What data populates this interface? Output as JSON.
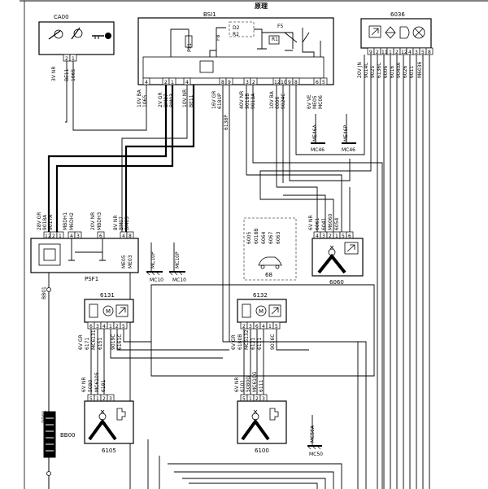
{
  "header": {
    "title": "原理"
  },
  "components": {
    "ca00": {
      "id": "CA00",
      "pins": [
        "2",
        "1"
      ],
      "wires": [
        "3V NR",
        "BE11",
        "1065"
      ]
    },
    "bsi1": {
      "id": "BSI1",
      "inner_labels": [
        "F11",
        "F8",
        "F5",
        "R1",
        "D2",
        "R2"
      ],
      "pins": [
        "4",
        "2",
        "1",
        "4",
        "8",
        "9",
        "3",
        "2",
        "12",
        "10",
        "9",
        "8",
        "6",
        "5"
      ]
    },
    "m6036": {
      "id": "6036",
      "pins": [
        "9",
        "2",
        "11",
        "1",
        "2",
        "12",
        "4",
        "3",
        "5",
        "8",
        "7",
        "6"
      ]
    },
    "psf1": {
      "id": "PSF1",
      "pins": [
        "12",
        "2",
        "1",
        "4",
        "3",
        "6",
        "4",
        "8"
      ]
    },
    "m6060": {
      "id": "6060",
      "pins": [
        "4",
        "3",
        "2",
        "1",
        "5",
        "6"
      ]
    },
    "m68": {
      "id": "68"
    },
    "m6131": {
      "id": "6131",
      "pins": [
        "6",
        "3",
        "4",
        "1",
        "2",
        "5"
      ]
    },
    "m6132": {
      "id": "6132",
      "pins": [
        "2",
        "3",
        "6",
        "4",
        "1",
        "5"
      ]
    },
    "m6105": {
      "id": "6105",
      "pins": [
        "5",
        "1",
        "2",
        "3"
      ]
    },
    "m6100": {
      "id": "6100",
      "pins": [
        "5",
        "1",
        "2",
        "3"
      ]
    },
    "bb00": {
      "id": "BB00",
      "link": "BB01"
    },
    "grounds": [
      "MC46",
      "MC46",
      "MC10",
      "MC10",
      "MC50"
    ]
  },
  "wire_labels": {
    "bsi_left": [
      "10V BA",
      "1065",
      "2V GR",
      "BM07",
      "BM03",
      "10V NR",
      "BE11"
    ],
    "bsi_mid": [
      "16V GR",
      "618UP",
      "6138P",
      "40V NR",
      "9018B",
      "9018A"
    ],
    "bsi_right": [
      "10V BA",
      "6006",
      "9024C",
      "6V VE",
      "ME05",
      "MC06",
      "ME46A",
      "ME46P"
    ],
    "m6036_wires": [
      "20V JN",
      "9014C",
      "9025",
      "6136C",
      "6006",
      "6016",
      "9040A",
      "6026",
      "6011",
      "M6036"
    ],
    "psf1_wires": [
      "28V GR",
      "9018A",
      "9017A",
      "MBDH1",
      "M6DH2",
      "20V NR",
      "MBDH3",
      "8V NR",
      "BM07",
      "BM03",
      "MC10P",
      "MC10P",
      "ME05",
      "ME03"
    ],
    "m68_wires": [
      "6005",
      "6018B",
      "6064",
      "6067",
      "6063"
    ],
    "m6060_wires": [
      "6V NR",
      "6061",
      "6041",
      "M6060",
      "6054"
    ],
    "m6131_wires": [
      "6V GR",
      "6171",
      "MC6131",
      "6151",
      "9019C",
      "6161C"
    ],
    "m6132_wires": [
      "6V GR",
      "6180B",
      "MC6132",
      "6121",
      "6111",
      "9016C"
    ],
    "m6105_wires": [
      "6V NR",
      "5080",
      "MC6105",
      "6181"
    ],
    "m6100_wires": [
      "6V NR",
      "6101",
      "5080G",
      "MC610G",
      "6111"
    ],
    "ground_wires": [
      "MC50A"
    ]
  }
}
